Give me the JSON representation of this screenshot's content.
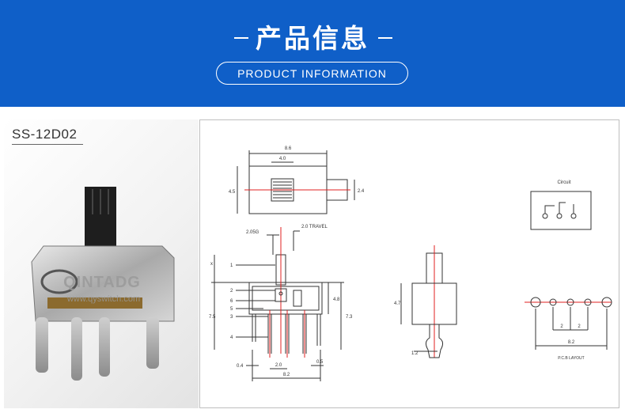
{
  "header": {
    "title": "产品信息",
    "subtitle": "PRODUCT INFORMATION",
    "background_color": "#0f5fc8"
  },
  "product": {
    "model": "SS-12D02",
    "watermark_brand": "QINTADG",
    "watermark_url": "www.qyswitch.com"
  },
  "drawing": {
    "top_view": {
      "overall": "8.6",
      "slot": "4.0",
      "height": "4.5",
      "actuator": "2.4"
    },
    "front_view": {
      "pitch_label": "2.05G",
      "travel_label": "2.0 TRAVEL",
      "x_label": "x",
      "part_numbers": [
        "1",
        "2",
        "6",
        "5",
        "3",
        "4"
      ],
      "height_left": "7.5",
      "height_mid": "4.8",
      "height_right": "7.3",
      "pin_width": "0.4",
      "pin_pitch": "2.0",
      "pin_gap": "0.5",
      "body_width": "8.2"
    },
    "side_view": {
      "height": "4.7",
      "base": "1.2"
    },
    "circuit_label": "Circuit",
    "pcb": {
      "pitch_1": "2",
      "pitch_2": "2",
      "total": "8.2",
      "label": "P.C.B LAYOUT"
    }
  },
  "colors": {
    "accent_red": "#e02020",
    "line": "#333333"
  }
}
